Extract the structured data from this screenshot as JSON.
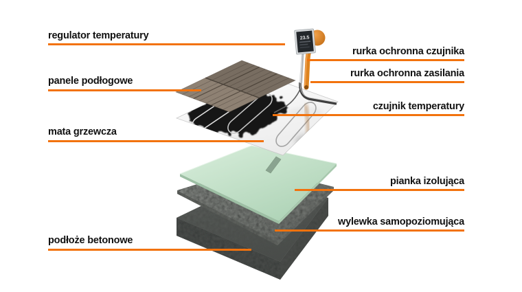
{
  "labels": {
    "regulator": "regulator temperatury",
    "panele": "panele podłogowe",
    "mata": "mata grzewcza",
    "podloze": "podłoże betonowe",
    "rurka_czujnika": "rurka ochronna czujnika",
    "rurka_zasilania": "rurka ochronna zasilania",
    "czujnik": "czujnik temperatury",
    "pianka": "pianka izolująca",
    "wylewka": "wylewka samopoziomująca"
  },
  "thermostat": {
    "display": "23.5"
  },
  "colors": {
    "accent": "#F2720D",
    "text": "#111111",
    "background": "#FFFFFF",
    "foam_green": "#C2E2C8",
    "screed_gray": "#8E928D",
    "concrete_dark": "#545855",
    "mat_white": "#F4F4F4",
    "mat_black": "#161616",
    "wood_dark": "#786D61",
    "wood_light": "#8E8173",
    "tube_orange": "#DD831F",
    "tube_silver": "#B7BABD",
    "thermostat_screen": "#23272B"
  }
}
